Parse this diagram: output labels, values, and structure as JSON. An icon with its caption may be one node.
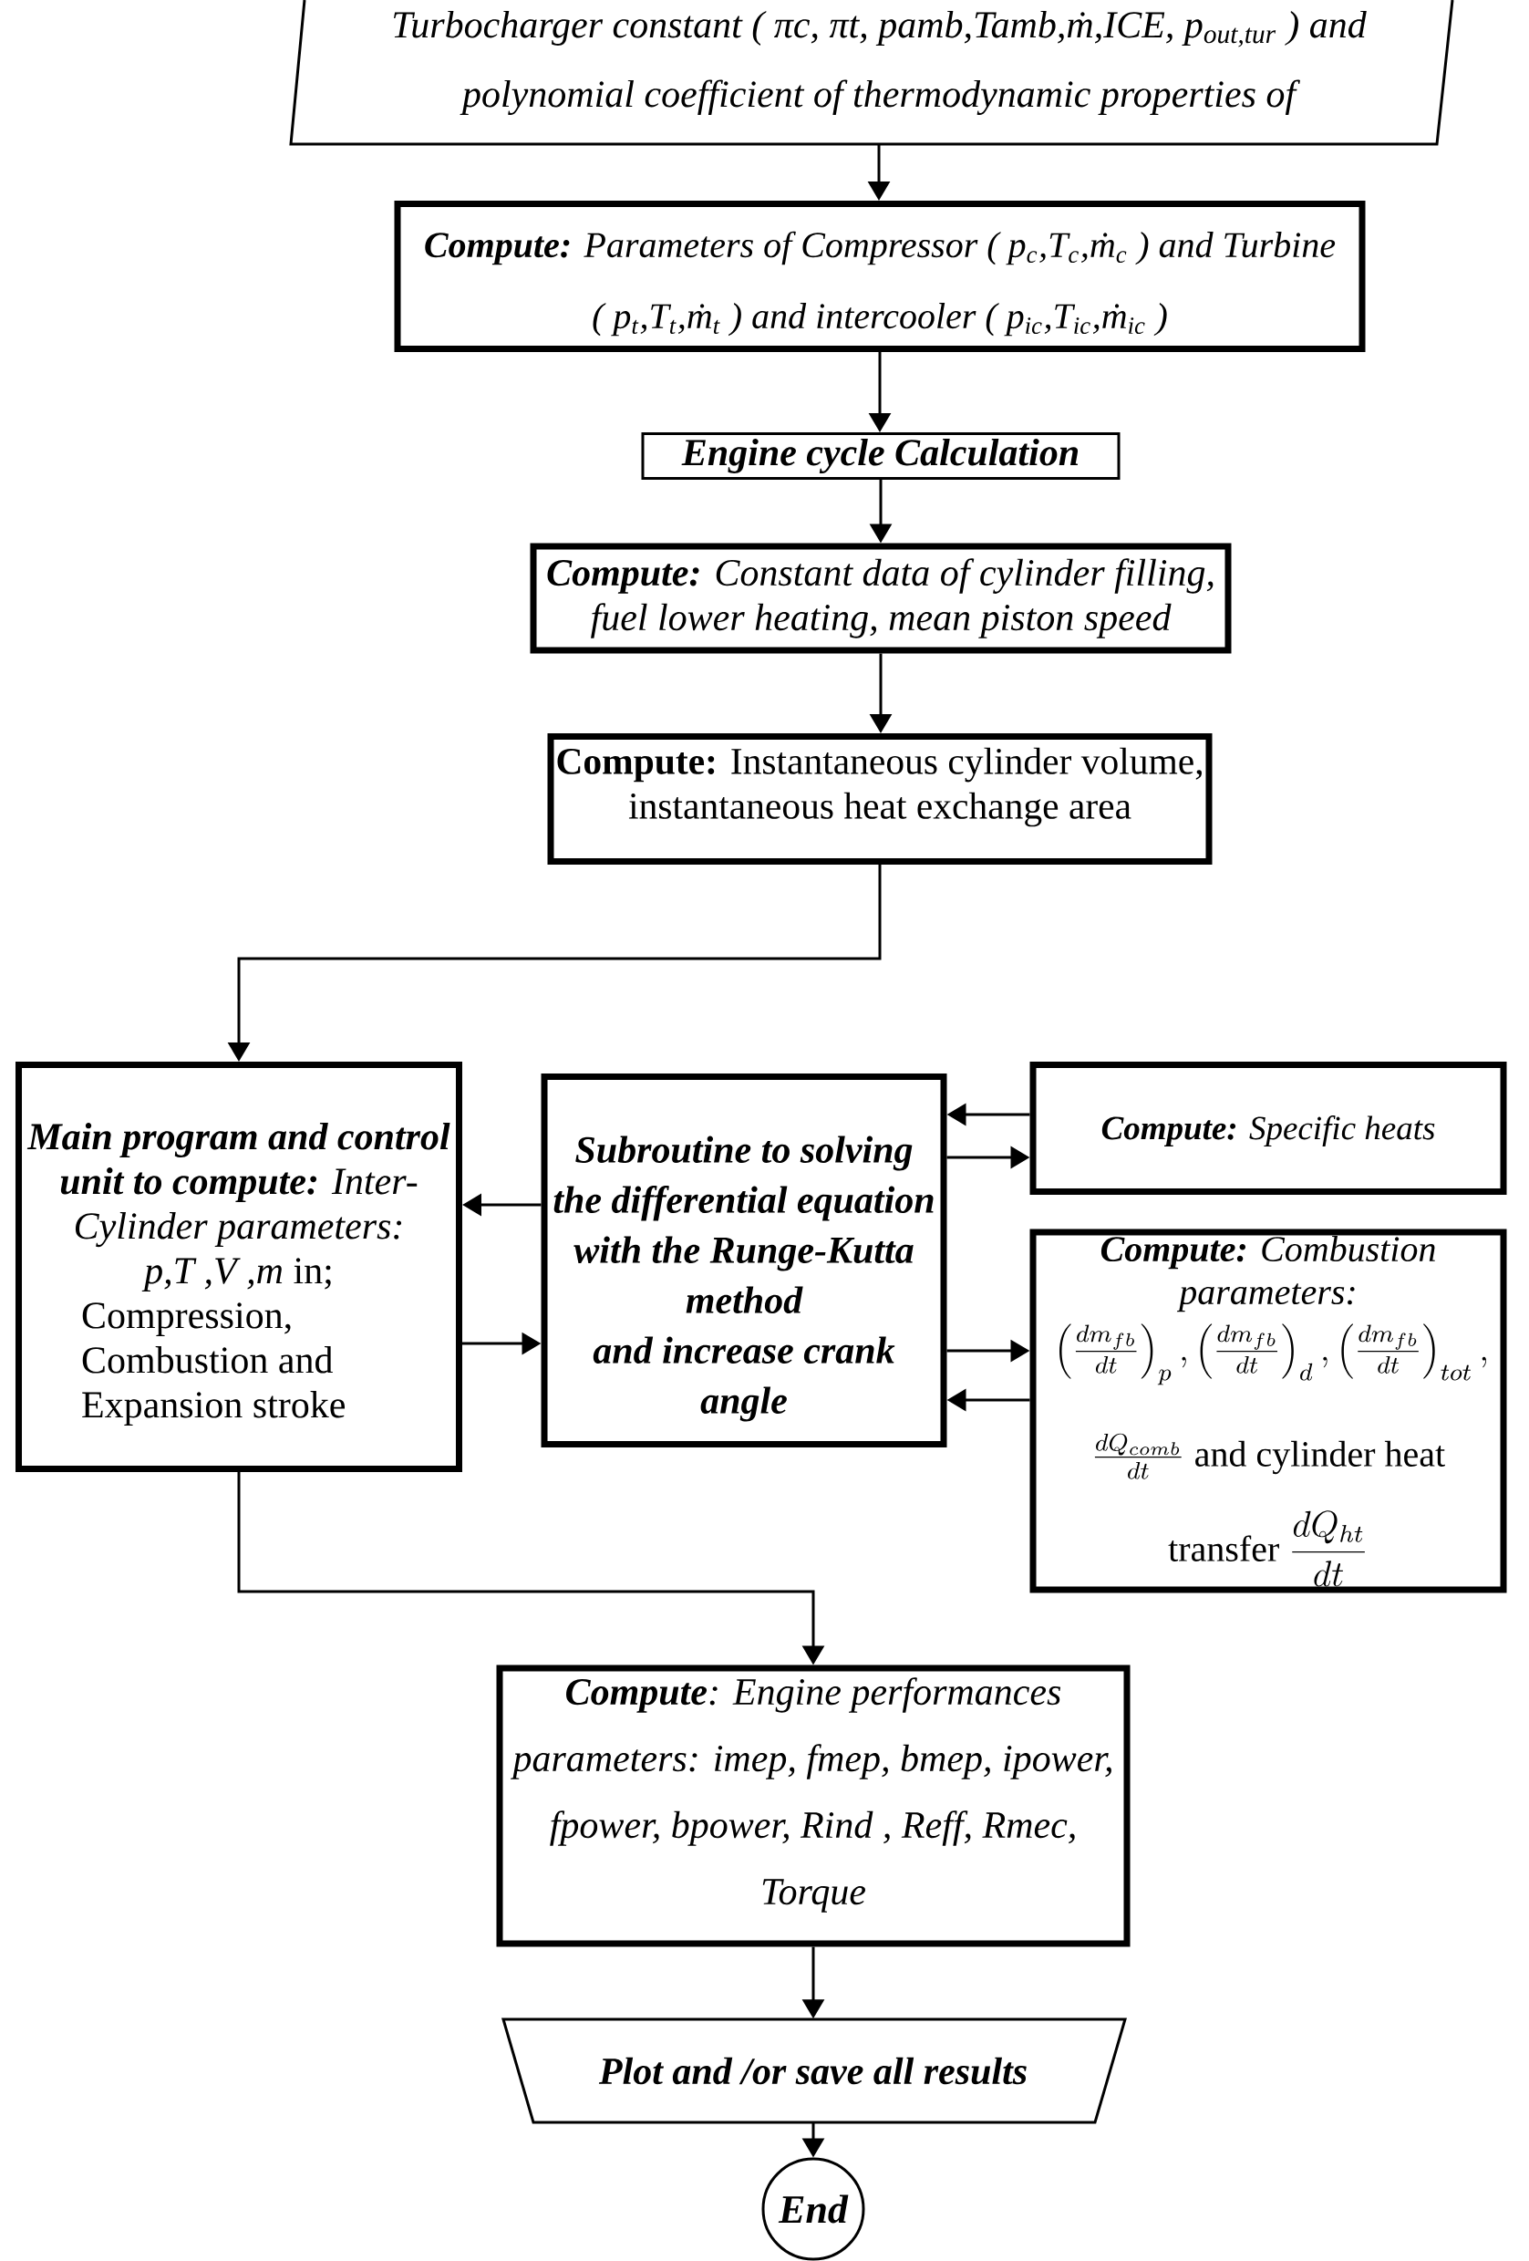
{
  "diagram": {
    "nodes": [
      {
        "text": [
          "Turbocharger constant ( πc, πt, pamb,Tamb,ṁ,ICE, p$_{out,tur}$ ) and polynomial coefficient of thermodynamic properties of"
        ]
      },
      {
        "text": [
          "**Compute:** Parameters of Compressor ( p$_{c}$,T$_{c}$,ṁ$_{c}$ ) and Turbine ( p$_{t}$,T$_{t}$,ṁ$_{t}$ ) and intercooler ( p$_{ic}$,T$_{ic}$,ṁ$_{ic}$ )"
        ]
      },
      {
        "text": [
          "Engine cycle Calculation"
        ]
      },
      {
        "text": [
          "**Compute:** Constant data of cylinder filling, fuel lower heating, mean piston speed"
        ]
      },
      {
        "text": [
          "**Compute:** Instantaneous cylinder volume, instantaneous heat exchange area"
        ]
      },
      {
        "text": [
          "**Main program and control unit to compute:** Inter-Cylinder parameters:",
          "*p,T ,V ,m* in;",
          "Compression, Combustion and Expansion stroke"
        ]
      },
      {
        "text": [
          "Subroutine to solving the differential equation with the Runge-Kutta method",
          "and increase crank angle"
        ]
      },
      {
        "text": [
          "**Compute:** Specific heats"
        ]
      },
      {
        "text": [
          "**Compute:** Combustion parameters:",
          "\\left(\\frac{dm_{fb}}{dt}\\right)_{p} , \\left(\\frac{dm_{fb}}{dt}\\right)_{d} , \\left(\\frac{dm_{fb}}{dt}\\right)_{tot} ,",
          "\\frac{dQ_{comb}}{dt}",
          "and cylinder heat transfer",
          "\\frac{dQ_{ht}}{dt}"
        ]
      },
      {
        "text": [
          "**Compute**: Engine performances parameters: imep, fmep, bmep, ipower, fpower, bpower, Rind , Reff, Rmec, Torque"
        ]
      },
      {
        "text": [
          "Plot and /or save all results"
        ]
      },
      {
        "text": [
          "End"
        ]
      }
    ],
    "edges": [
      {
        "from": 0,
        "to": 1,
        "arrow": "to"
      },
      {
        "from": 1,
        "to": 2,
        "arrow": "to"
      },
      {
        "from": 2,
        "to": 3,
        "arrow": "to"
      },
      {
        "from": 3,
        "to": 4,
        "arrow": "to"
      },
      {
        "from": 4,
        "to": 5,
        "arrow": "to"
      },
      {
        "from": 6,
        "to": 5,
        "arrow": "to"
      },
      {
        "from": 5,
        "to": 6,
        "arrow": "to"
      },
      {
        "from": 7,
        "to": 6,
        "arrow": "to"
      },
      {
        "from": 6,
        "to": 7,
        "arrow": "to"
      },
      {
        "from": 6,
        "to": 8,
        "arrow": "to"
      },
      {
        "from": 8,
        "to": 6,
        "arrow": "to"
      },
      {
        "from": 5,
        "to": 9,
        "arrow": "to"
      },
      {
        "from": 9,
        "to": 10,
        "arrow": "to"
      },
      {
        "from": 10,
        "to": 11,
        "arrow": "to"
      }
    ]
  }
}
